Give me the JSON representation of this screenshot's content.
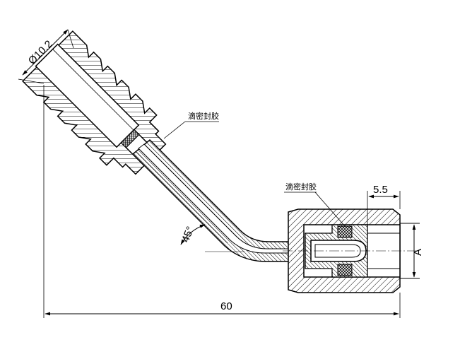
{
  "dimensions": {
    "diameter": "Ø10.2",
    "overall_length": "60",
    "offset": "5.5",
    "angle": "45°",
    "port": "A"
  },
  "notes": {
    "sealant_upper": "滴密封胶",
    "sealant_lower": "滴密封胶"
  }
}
